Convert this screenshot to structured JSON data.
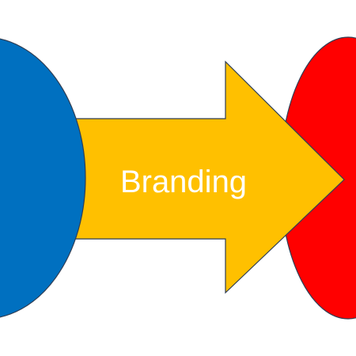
{
  "diagram": {
    "arrow_label": "Branding",
    "colors": {
      "left_circle": "#0070C0",
      "right_circle": "#FF0000",
      "arrow": "#FFC000",
      "outline": "#2F3E55",
      "label": "#FFFFFF",
      "background": "#FFFFFF"
    },
    "nodes": [
      {
        "name": "left-circle",
        "shape": "circle",
        "color_key": "left_circle"
      },
      {
        "name": "right-circle",
        "shape": "circle",
        "color_key": "right_circle"
      }
    ],
    "connector": {
      "name": "branding-arrow",
      "shape": "block-arrow",
      "direction": "right",
      "from": "left-circle",
      "to": "right-circle"
    }
  }
}
